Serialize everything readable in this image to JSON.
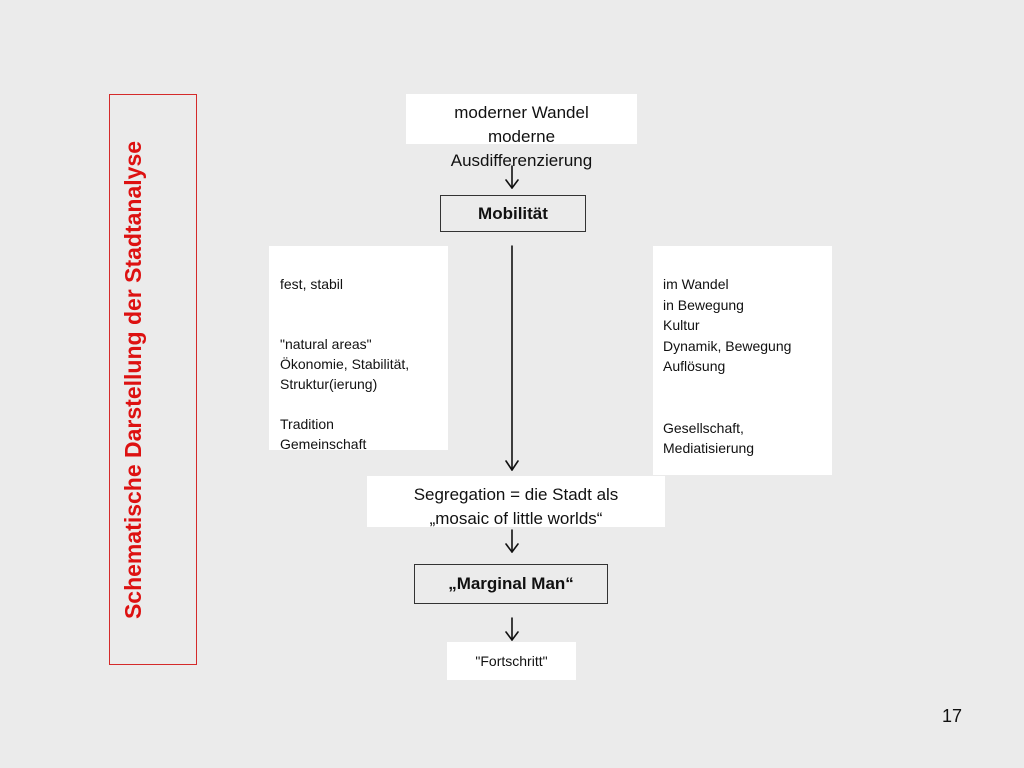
{
  "slide": {
    "title": "Schematische Darstellung der Stadtanalyse",
    "page_number": "17"
  },
  "diagram": {
    "top_box": "moderner Wandel\nmoderne\nAusdifferenzierung",
    "mobility_box": "Mobilität",
    "left_box": "fest, stabil\n\n\n\"natural areas\"\nÖkonomie, Stabilität,\nStruktur(ierung)\n\nTradition\nGemeinschaft",
    "right_box": "im Wandel\nin Bewegung\nKultur\nDynamik, Bewegung\nAuflösung\n\n\nGesellschaft,\nMediatisierung",
    "segregation_box": "Segregation = die Stadt als\n„mosaic of little worlds“",
    "marginal_man_box": "„Marginal Man“",
    "fortschritt_box": "\"Fortschritt\""
  },
  "colors": {
    "title": "#dd1111",
    "title_border": "#d42a2a",
    "background": "#ebebeb",
    "box_fill": "#ffffff"
  }
}
